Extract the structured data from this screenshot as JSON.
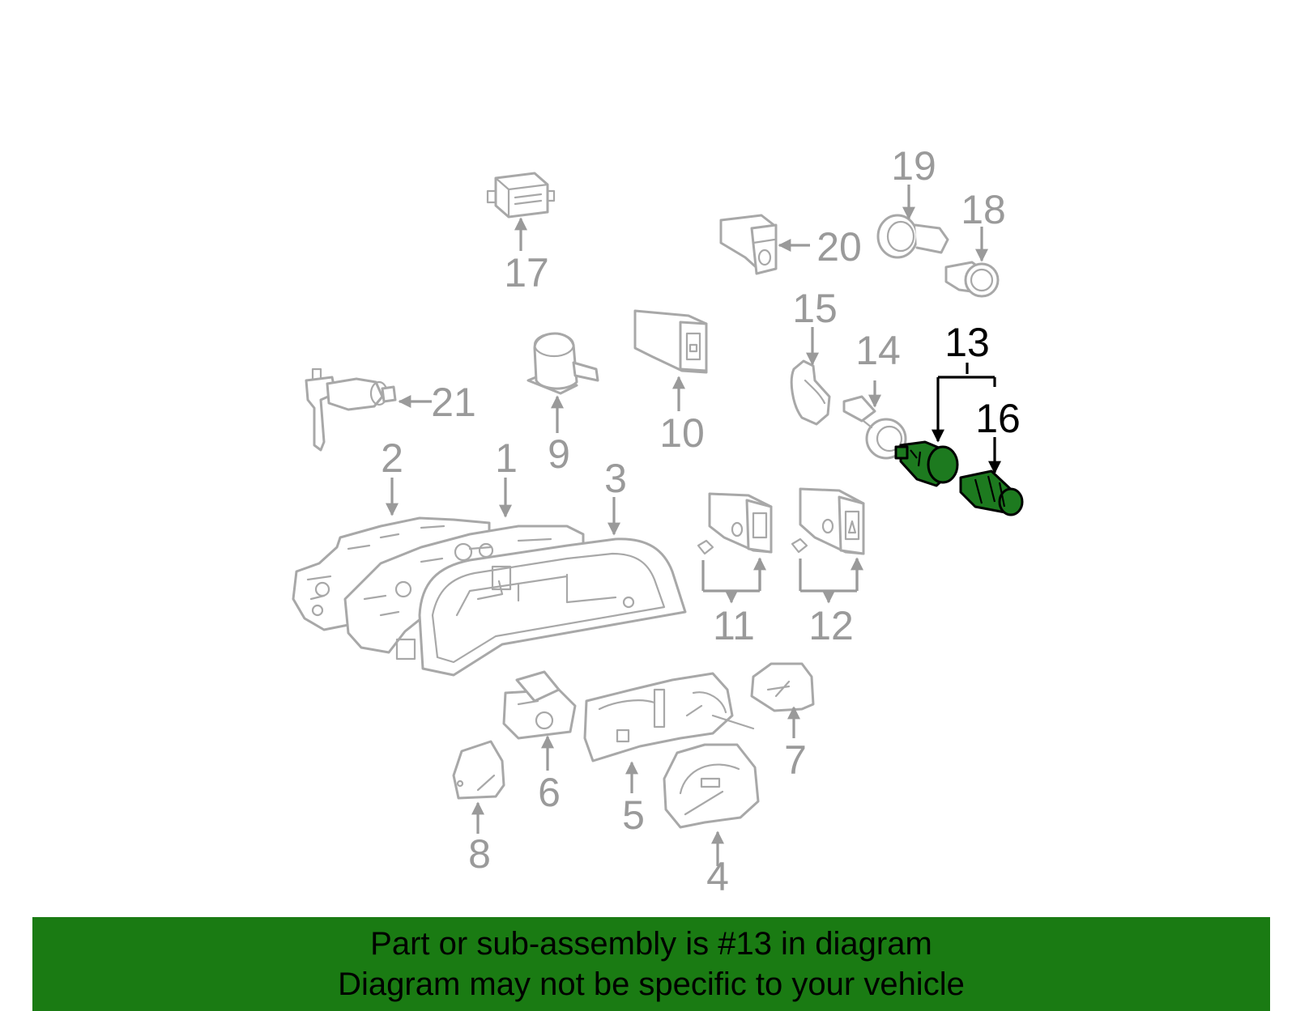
{
  "diagram": {
    "callouts": {
      "c1": "1",
      "c2": "2",
      "c3": "3",
      "c4": "4",
      "c5": "5",
      "c6": "6",
      "c7": "7",
      "c8": "8",
      "c9": "9",
      "c10": "10",
      "c11": "11",
      "c12": "12",
      "c13": "13",
      "c14": "14",
      "c15": "15",
      "c16": "16",
      "c17": "17",
      "c18": "18",
      "c19": "19",
      "c20": "20",
      "c21": "21"
    },
    "highlighted_part": "13",
    "colors": {
      "highlight": "#1d7a1f",
      "banner": "#1a7b13",
      "part_outline": "#a8a8a8",
      "callout": "#9a9a9a"
    }
  },
  "banner": {
    "line1": "Part or sub-assembly is #13 in diagram",
    "line2": "Diagram may not be specific to your vehicle"
  }
}
